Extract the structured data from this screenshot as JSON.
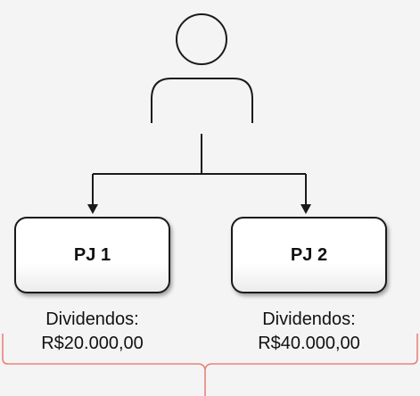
{
  "colors": {
    "background": "#f4f4f4",
    "line": "#1a1a1a",
    "bracket": "#e8837c"
  },
  "icons": {
    "person": "person-icon"
  },
  "entities": [
    {
      "label": "PJ 1",
      "caption_title": "Dividendos:",
      "caption_value": "R$20.000,00"
    },
    {
      "label": "PJ 2",
      "caption_title": "Dividendos:",
      "caption_value": "R$40.000,00"
    }
  ]
}
